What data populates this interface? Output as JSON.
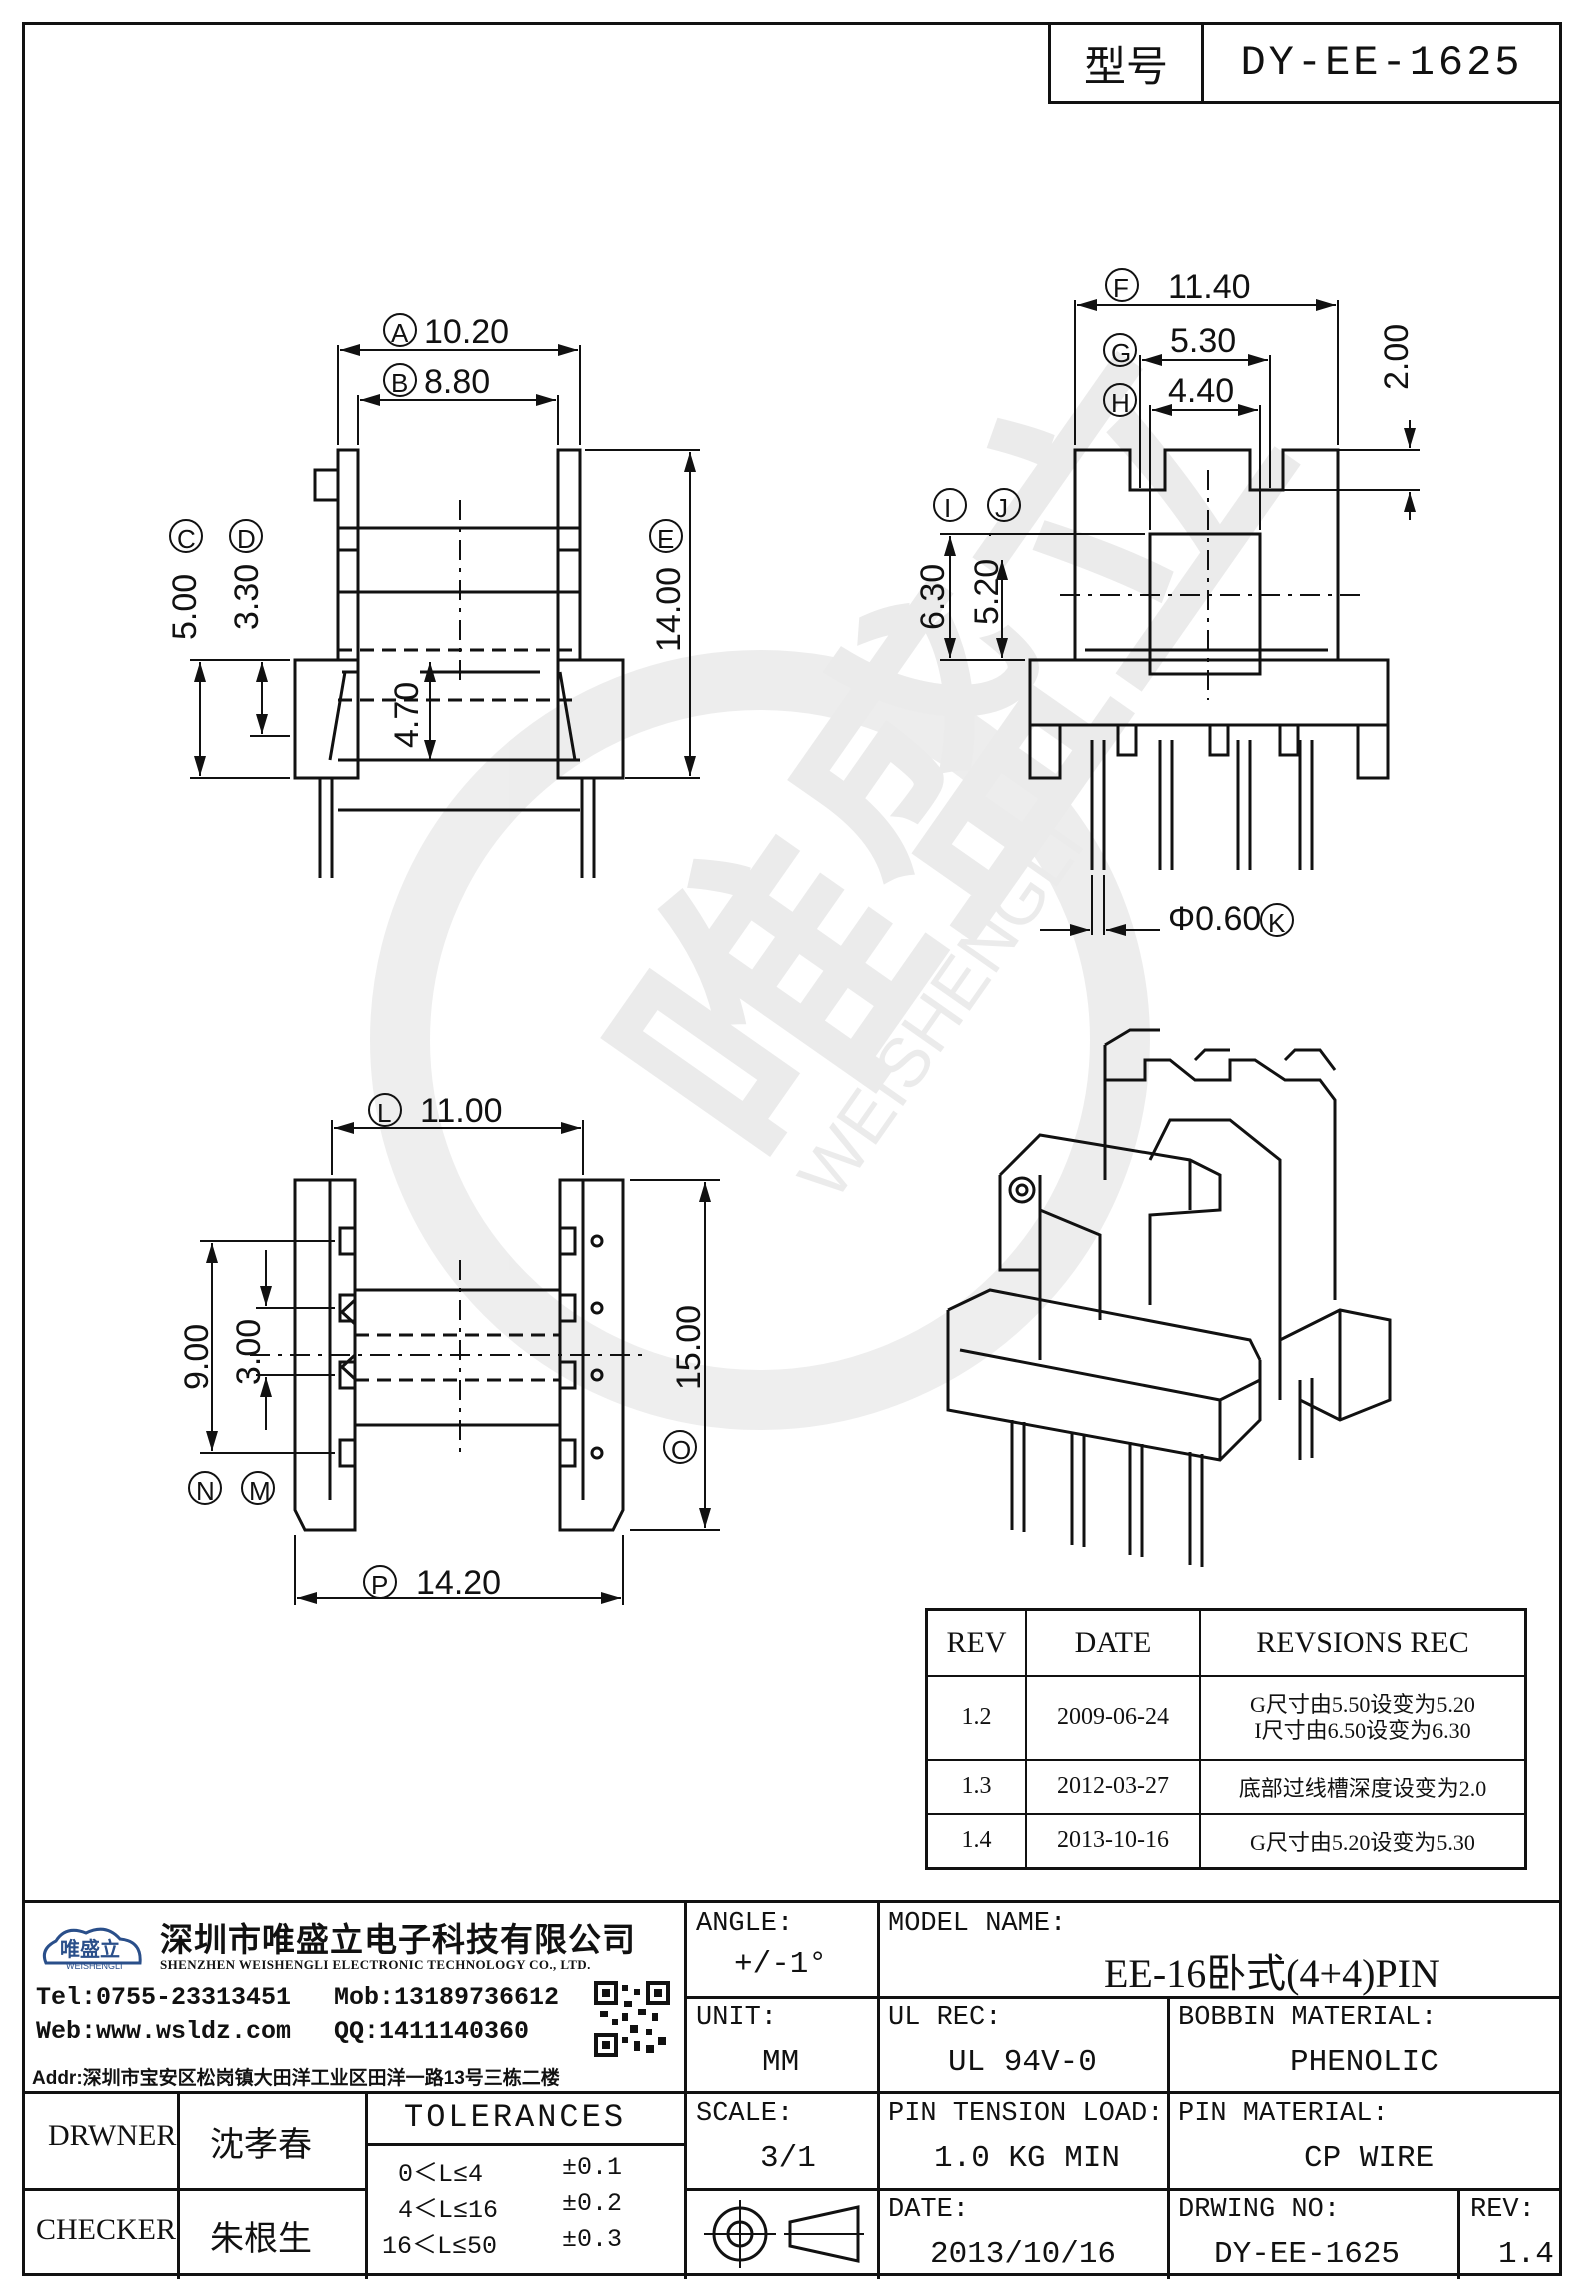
{
  "header": {
    "model_label": "型号",
    "model_value": "DY-EE-1625"
  },
  "watermark": {
    "brand": "唯盛立",
    "latin": "WEISHENGLI"
  },
  "dimensions": {
    "A": "10.20",
    "B": "8.80",
    "C": "5.00",
    "D": "3.30",
    "E": "14.00",
    "side_inner": "4.70",
    "F": "11.40",
    "G": "5.30",
    "H": "4.40",
    "top_slot": "2.00",
    "I": "6.30",
    "J": "5.20",
    "K": "Φ0.60",
    "L": "11.00",
    "M_N_1": "9.00",
    "M_N_2": "3.00",
    "O": "15.00",
    "P": "14.20"
  },
  "callouts": [
    "A",
    "B",
    "C",
    "D",
    "E",
    "F",
    "G",
    "H",
    "I",
    "J",
    "K",
    "L",
    "M",
    "N",
    "O",
    "P"
  ],
  "revisions": {
    "headers": [
      "REV",
      "DATE",
      "REVSIONS REC"
    ],
    "rows": [
      {
        "rev": "1.2",
        "date": "2009-06-24",
        "rec": [
          "G尺寸由5.50设变为5.20",
          "I尺寸由6.50设变为6.30"
        ]
      },
      {
        "rev": "1.3",
        "date": "2012-03-27",
        "rec": [
          "底部过线槽深度设变为2.0"
        ]
      },
      {
        "rev": "1.4",
        "date": "2013-10-16",
        "rec": [
          "G尺寸由5.20设变为5.30"
        ]
      }
    ]
  },
  "company": {
    "logo_text": "唯盛立",
    "logo_sub": "WEISHENGLI",
    "name_cn": "深圳市唯盛立电子科技有限公司",
    "name_en": "SHENZHEN WEISHENGLI ELECTRONIC TECHNOLOGY CO., LTD.",
    "tel": "Tel:0755-23313451",
    "mob": "Mob:13189736612",
    "web": "Web:www.wsldz.com",
    "qq": "QQ:1411140360",
    "addr": "Addr:深圳市宝安区松岗镇大田洋工业区田洋一路13号三栋二楼"
  },
  "title_block": {
    "angle_label": "ANGLE:",
    "angle_value": "+/-1°",
    "model_name_label": "MODEL NAME:",
    "model_name_value": "EE-16卧式(4+4)PIN",
    "unit_label": "UNIT:",
    "unit_value": "MM",
    "ul_label": "UL REC:",
    "ul_value": "UL 94V-0",
    "bobbin_label": "BOBBIN MATERIAL:",
    "bobbin_value": "PHENOLIC",
    "scale_label": "SCALE:",
    "scale_value": "3/1",
    "tension_label": "PIN TENSION LOAD:",
    "tension_value": "1.0 KG MIN",
    "pin_mat_label": "PIN MATERIAL:",
    "pin_mat_value": "CP WIRE",
    "date_label": "DATE:",
    "date_value": "2013/10/16",
    "drwing_label": "DRWING NO:",
    "drwing_value": "DY-EE-1625",
    "rev_label": "REV:",
    "rev_value": "1.4",
    "drawner_label": "DRWNER",
    "drawner_value": "沈孝春",
    "checker_label": "CHECKER",
    "checker_value": "朱根生",
    "tolerances_title": "TOLERANCES",
    "tolerances": [
      {
        "range": "0＜L≤4",
        "tol": "±0.1"
      },
      {
        "range": "4＜L≤16",
        "tol": "±0.2"
      },
      {
        "range": "16＜L≤50",
        "tol": "±0.3"
      }
    ]
  }
}
